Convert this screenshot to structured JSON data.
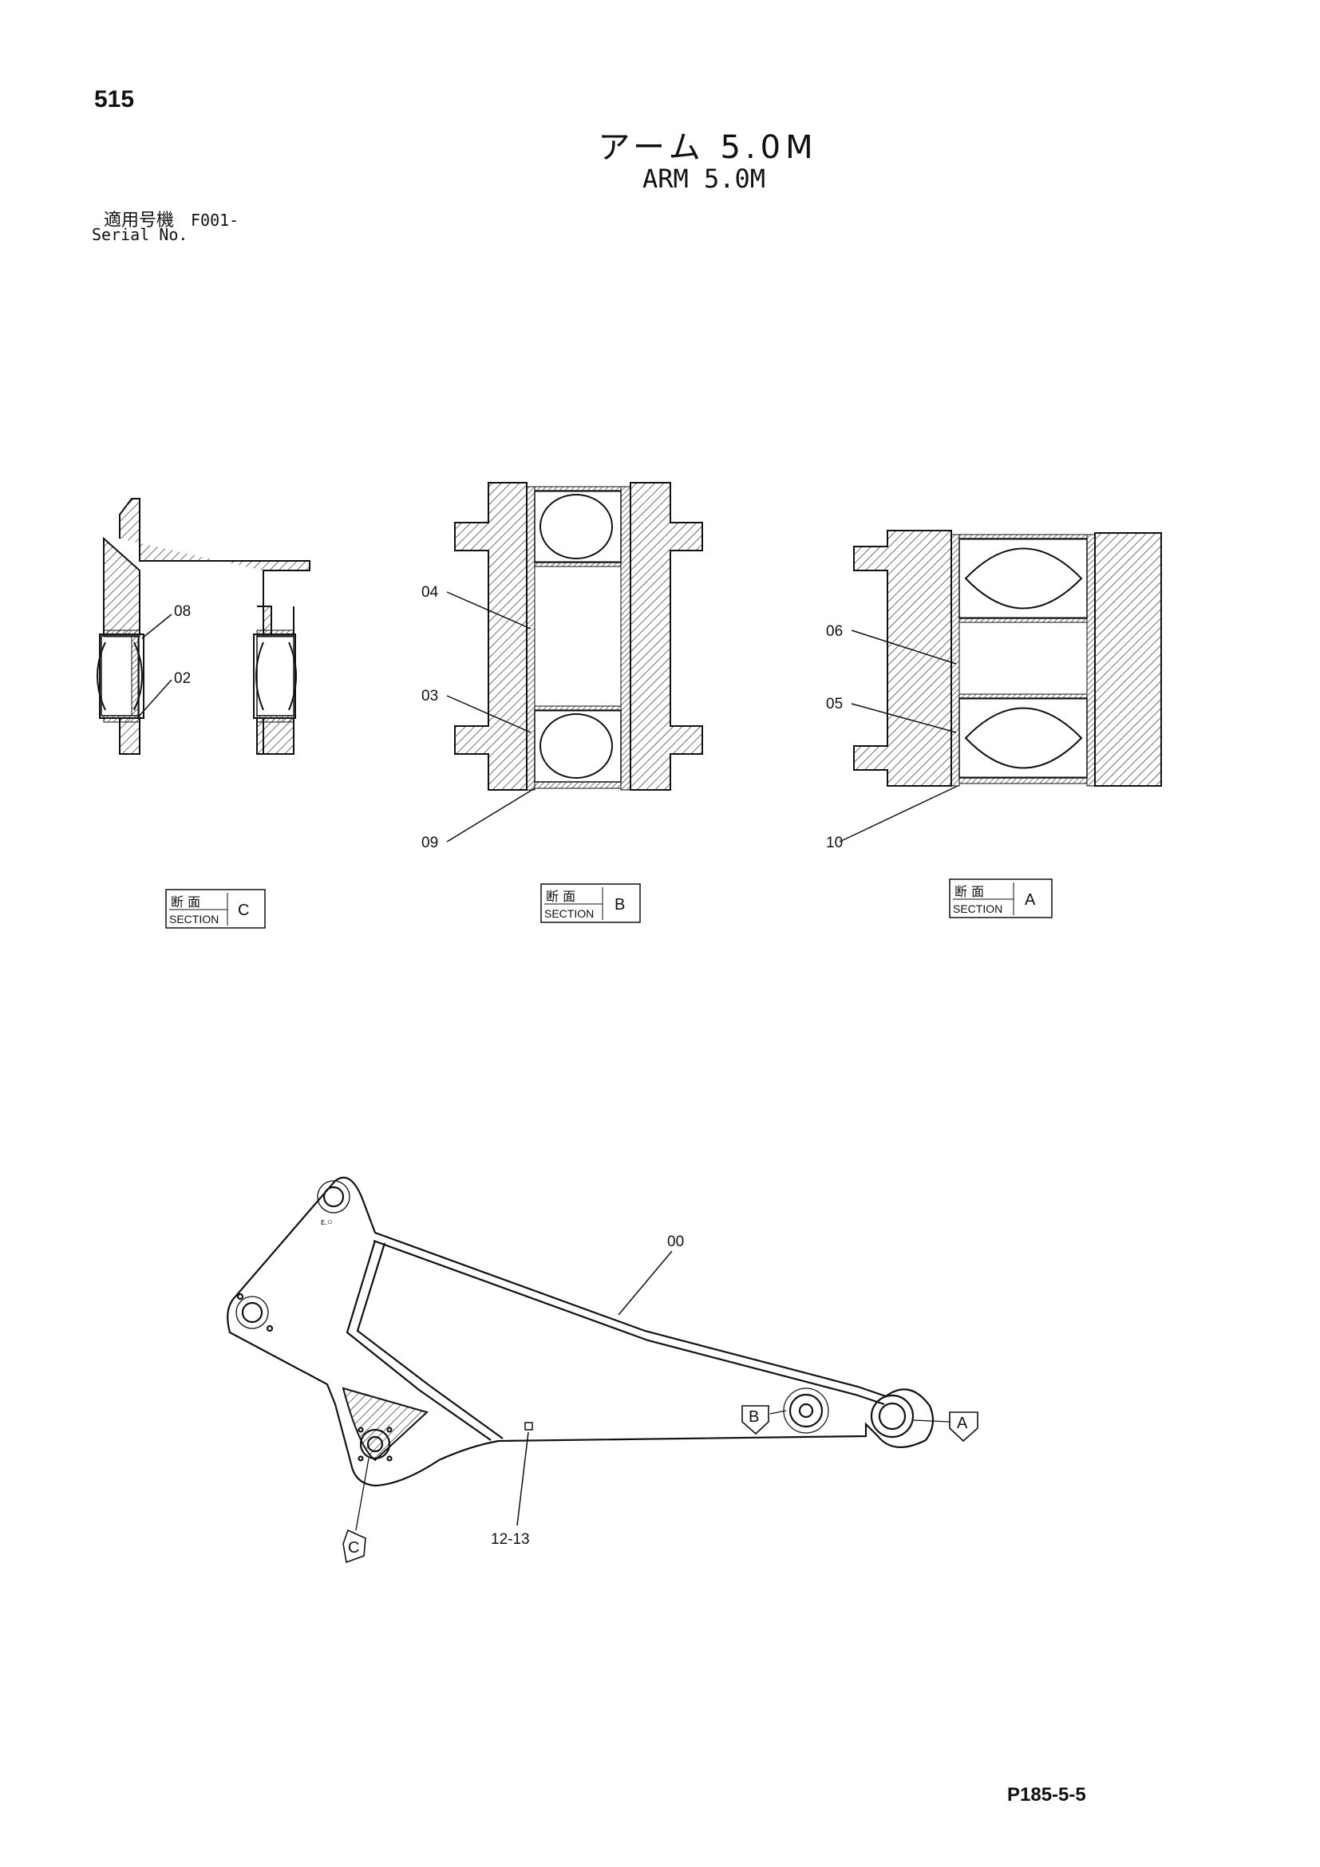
{
  "page_number": "515",
  "title_ja": "アーム 5.0M",
  "title_en": "ARM 5.0M",
  "serial_label_ja": "適用号機",
  "serial_value": "F001-",
  "serial_label_en": "Serial No.",
  "ref_code": "P185-5-5",
  "section_c": {
    "ja": "断 面",
    "en": "SECTION",
    "letter": "C",
    "parts": [
      "08",
      "02"
    ]
  },
  "section_b": {
    "ja": "断 面",
    "en": "SECTION",
    "letter": "B",
    "parts": [
      "04",
      "03",
      "09"
    ]
  },
  "section_a": {
    "ja": "断 面",
    "en": "SECTION",
    "letter": "A",
    "parts": [
      "06",
      "05",
      "10"
    ]
  },
  "arm_view": {
    "parts": [
      "00",
      "12-13"
    ],
    "markers": [
      "A",
      "B",
      "C"
    ]
  }
}
